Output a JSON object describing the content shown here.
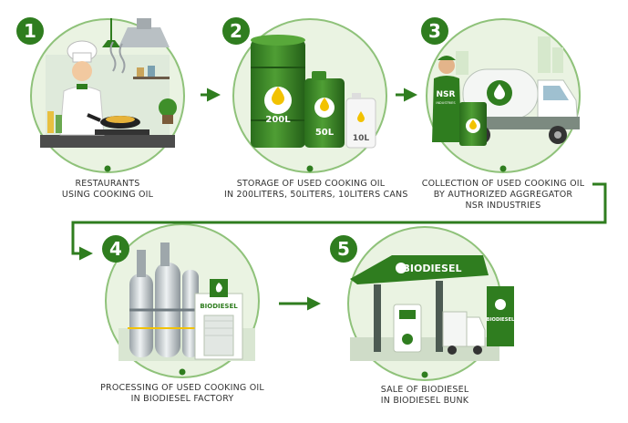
{
  "steps": [
    {
      "number": "1",
      "lines": [
        "RESTAURANTS",
        "USING COOKING OIL"
      ]
    },
    {
      "number": "2",
      "lines": [
        "STORAGE OF USED COOKING OIL",
        "IN 200LITERS, 50LITERS, 10LITERS CANS"
      ]
    },
    {
      "number": "3",
      "lines": [
        "COLLECTION OF USED COOKING OIL",
        "BY AUTHORIZED AGGREGATOR",
        "NSR INDUSTRIES"
      ]
    },
    {
      "number": "4",
      "lines": [
        "PROCESSING OF USED COOKING OIL",
        "IN BIODIESEL FACTORY"
      ]
    },
    {
      "number": "5",
      "lines": [
        "SALE OF BIODIESEL",
        "IN BIODIESEL BUNK"
      ]
    }
  ],
  "can_labels": {
    "large": "200L",
    "medium": "50L",
    "small": "10L"
  },
  "truck": {
    "person_badge": "NSR",
    "person_badge_sub": "INDUSTRIES"
  },
  "factory_sign": "BIODIESEL",
  "station": {
    "canopy_sign": "BIODIESEL",
    "totem_sign": "BIODIESEL"
  },
  "colors": {
    "primary": "#2f7d1f",
    "light": "#e6f2dd",
    "accent": "#f2c200"
  }
}
